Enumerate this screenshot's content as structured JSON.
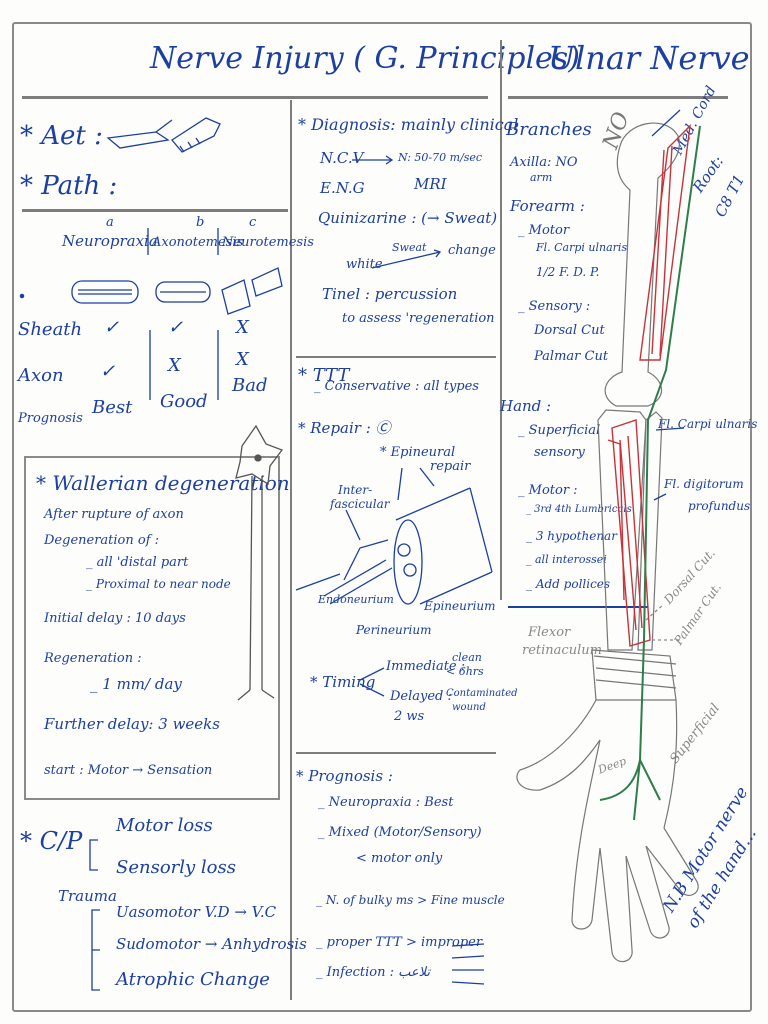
{
  "title": "Nerve Injury ( G. Principles)",
  "right_title": "Ulnar Nerve",
  "left": {
    "aet": "* Aet :",
    "path": "* Path :",
    "types": [
      "Neuropraxia",
      "Axonotemesis",
      "Neurotemesis"
    ],
    "type_letters": [
      "a",
      "b",
      "c"
    ],
    "rows": [
      {
        "label": "Sheath",
        "vals": [
          "✓",
          "✓",
          "X"
        ]
      },
      {
        "label": "Axon",
        "vals": [
          "✓",
          "X",
          "X"
        ]
      },
      {
        "label": "Prognosis",
        "vals": [
          "Best",
          "Good",
          "Bad"
        ]
      }
    ],
    "wallerian": {
      "title": "* Wallerian degeneration",
      "lines": [
        "After rupture of axon",
        "Degeneration of :",
        "_ all 'distal part",
        "_ Proximal to near node",
        "Initial delay :  10 days",
        "Regeneration :",
        "_ 1 mm/ day",
        "Further delay:  3 weeks",
        "start :  Motor → Sensation"
      ]
    },
    "cp": {
      "title": "* C/P",
      "trauma": "Trauma",
      "items": [
        "Motor loss",
        "Sensorly loss",
        "Uasomotor  V.D → V.C",
        "Sudomotor → Anhydrosis",
        "Atrophic Change"
      ]
    }
  },
  "middle": {
    "diagnosis_title": "* Diagnosis: mainly clinical",
    "ncv": "N.C.V",
    "ncv_val": "N: 50-70 m/sec",
    "eng": "E.N.G",
    "mri": "MRI",
    "quinizarine": "Quinizarine : (→ Sweat)",
    "white": "white",
    "sweat": "Sweat",
    "change": "change",
    "tinel": "Tinel : percussion",
    "tinel2": "to assess 'regeneration",
    "tt_title": "* TTT",
    "conservative": "_ Conservative : all types",
    "repair": "* Repair : Ⓒ",
    "epineural": "* Epineural",
    "repair_word": "repair",
    "inter": "Inter-",
    "fascicular": "fascicular",
    "endoneurium": "Endoneurium",
    "perineurium": "Perineurium",
    "epineurium": "Epineurium",
    "timing": "* Timing",
    "immediate": "Immediate :",
    "clean": "clean",
    "lt6": "< 6hrs",
    "delayed": "Delayed :",
    "twows": "2 ws",
    "contaminated": "Contaminated",
    "wound": "wound",
    "prognosis_title": "* Prognosis :",
    "prog": [
      "_ Neuropraxia :  Best",
      "_ Mixed (Motor/Sensory)",
      "< motor only",
      "_ N. of bulky ms > Fine muscle",
      "_ proper TTT > improper",
      "_ Infection :  تلاعب"
    ]
  },
  "right": {
    "no": "NO",
    "branches": "Branches",
    "axilla": "Axilla: NO",
    "arm": "arm",
    "forearm": "Forearm :",
    "motor": "_ Motor",
    "fcu": "Fl. Carpi ulnaris",
    "fdp": "1/2 F. D. P.",
    "sensory": "_ Sensory :",
    "dorsal": "Dorsal Cut",
    "palmar": "Palmar Cut",
    "hand": "Hand :",
    "superficial": "_ Superficial",
    "sensory2": "sensory",
    "motor2": "_ Motor :",
    "m_items": [
      "_ 3rd 4th Lumbricals",
      "_ 3 hypothenar",
      "_ all interossei",
      "_ Add pollices"
    ],
    "med_cord": "Med. Cord",
    "root": "Root:",
    "c8t1": "C8  T1",
    "lab_fcu": "Fl. Carpi ulnaris",
    "lab_fdp1": "Fl. digitorum",
    "lab_fdp2": "profundus",
    "lab_dorsal": "Dorsal Cut.",
    "lab_palmar": "Palmar Cut.",
    "flexor1": "Flexor",
    "flexor2": "retinaculum",
    "superficial_lab": "Superficial",
    "deep": "Deep",
    "nb1": "N.B Motor nerve",
    "nb2": "of the hand..."
  },
  "colors": {
    "ink": "#1c3fa0",
    "gray": "#7d7d7d",
    "red": "#c8333b",
    "green": "#2e7d4a"
  }
}
